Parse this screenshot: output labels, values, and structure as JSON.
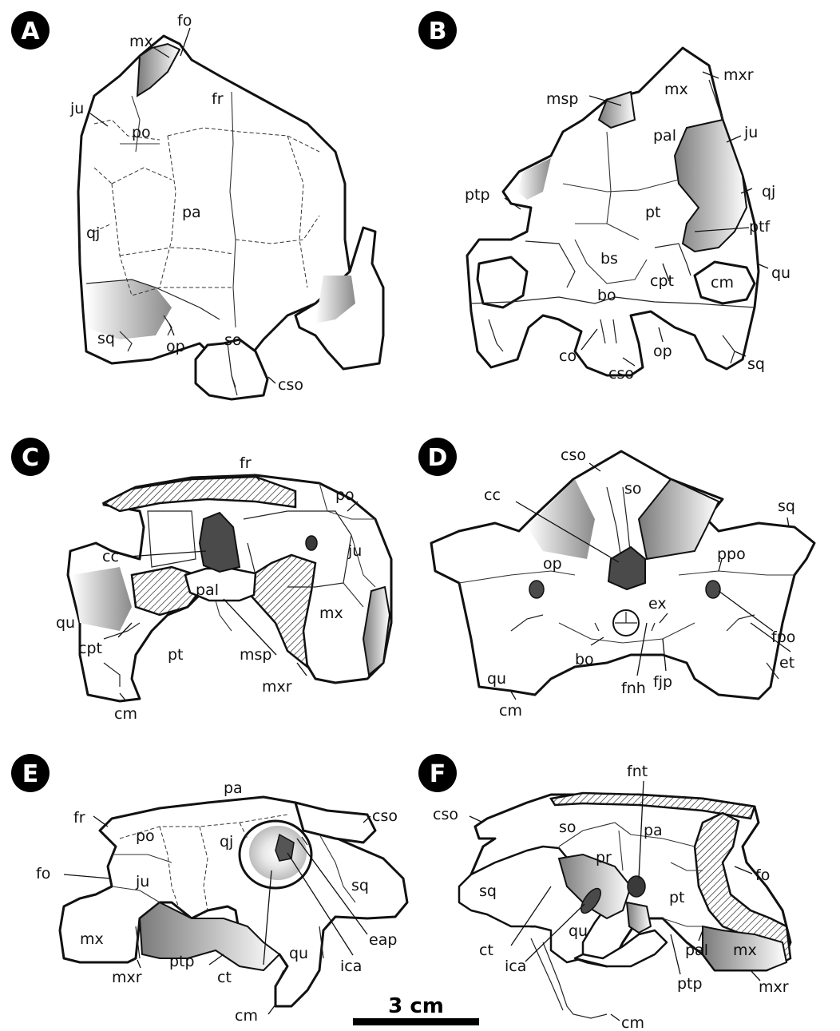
{
  "figure": {
    "panels": [
      {
        "letter": "A",
        "labels": [
          "mx",
          "fo",
          "fr",
          "ju",
          "po",
          "pa",
          "qj",
          "sq",
          "op",
          "so",
          "cso"
        ]
      },
      {
        "letter": "B",
        "labels": [
          "mxr",
          "mx",
          "msp",
          "pal",
          "ju",
          "ptp",
          "qj",
          "pt",
          "ptf",
          "bs",
          "cpt",
          "cm",
          "qu",
          "bo",
          "co",
          "cso",
          "op",
          "sq"
        ]
      },
      {
        "letter": "C",
        "labels": [
          "fr",
          "po",
          "ju",
          "cc",
          "pal",
          "mx",
          "qu",
          "cpt",
          "pt",
          "msp",
          "mxr",
          "cm"
        ]
      },
      {
        "letter": "D",
        "labels": [
          "cso",
          "so",
          "cc",
          "sq",
          "ppo",
          "op",
          "ex",
          "fpo",
          "bo",
          "fnh",
          "fjp",
          "et",
          "qu",
          "cm"
        ]
      },
      {
        "letter": "E",
        "labels": [
          "pa",
          "fr",
          "po",
          "qj",
          "cso",
          "fo",
          "ju",
          "sq",
          "eap",
          "mx",
          "qu",
          "ica",
          "ptp",
          "mxr",
          "ct",
          "cm"
        ]
      },
      {
        "letter": "F",
        "labels": [
          "fnt",
          "cso",
          "so",
          "pa",
          "pr",
          "fo",
          "sq",
          "pt",
          "ct",
          "qu",
          "ica",
          "pal",
          "mx",
          "ptp",
          "mxr",
          "cm"
        ]
      }
    ],
    "scale_bar": {
      "label": "3 cm"
    }
  }
}
